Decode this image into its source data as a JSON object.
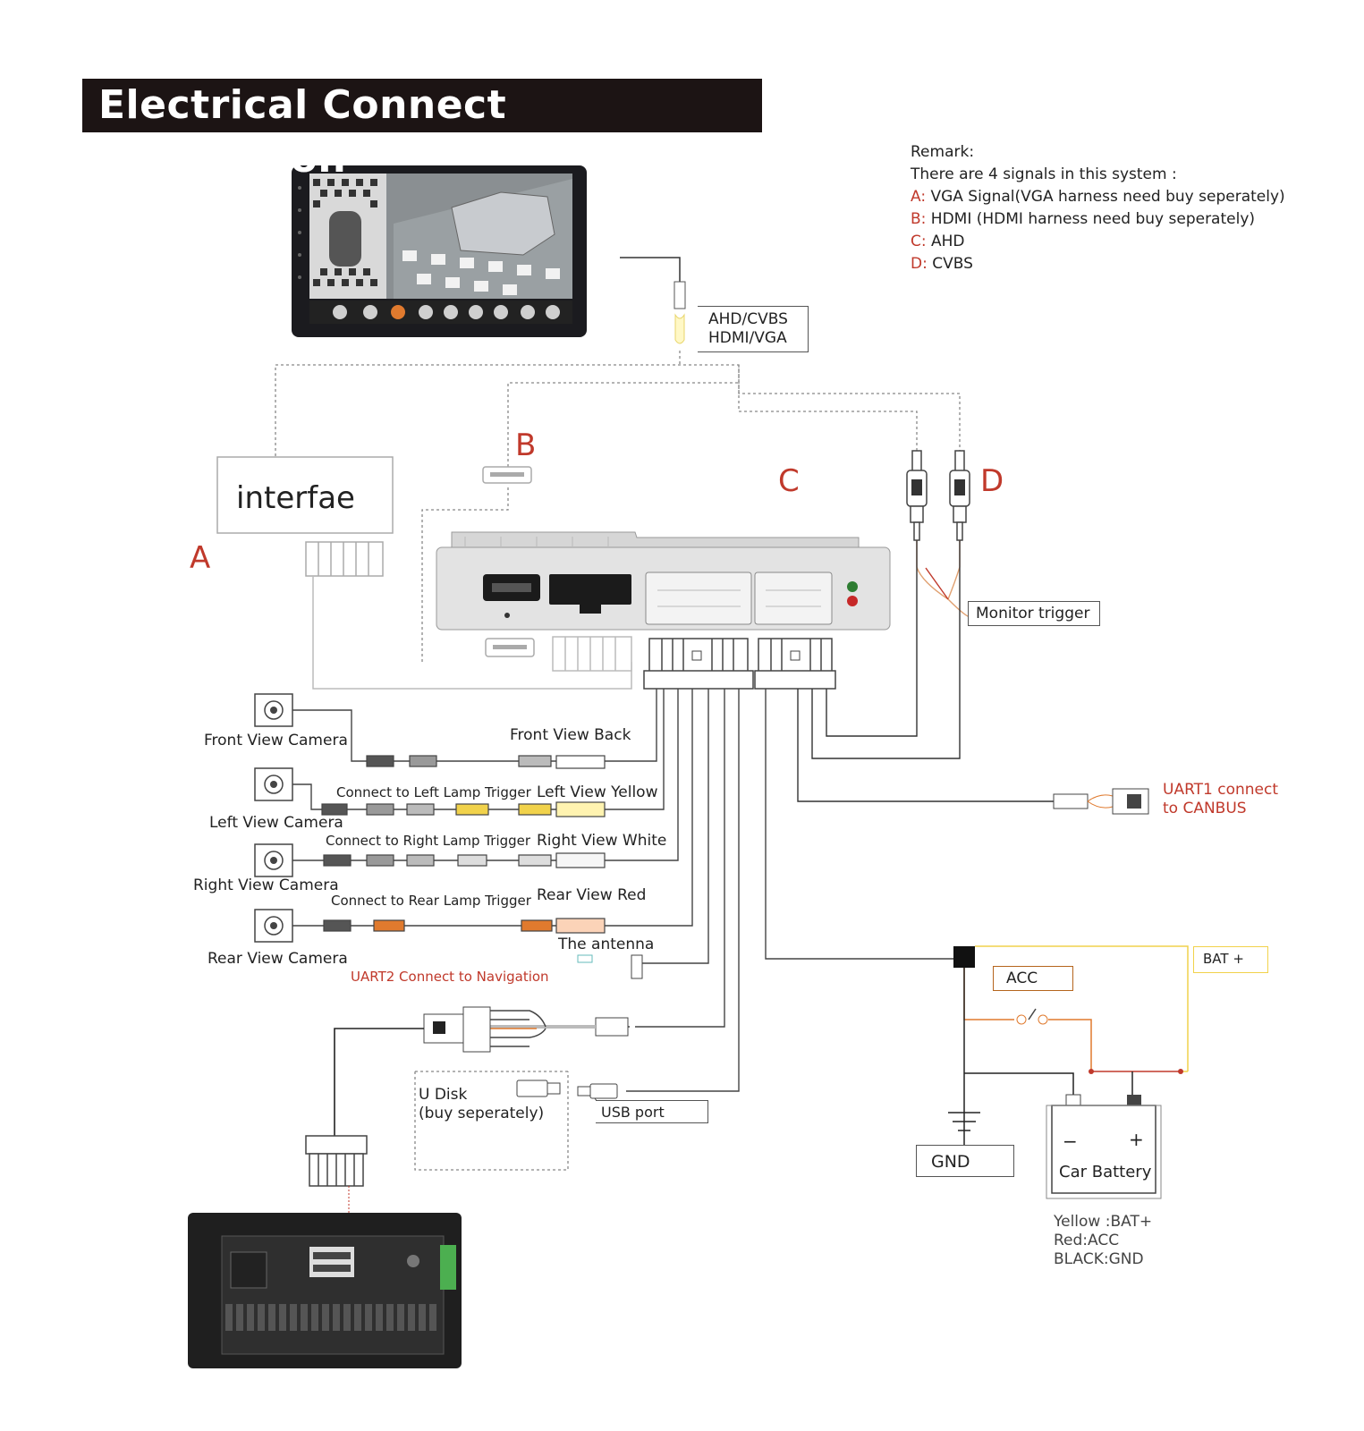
{
  "title": "Electrical Connect Instruction",
  "remark": {
    "heading": "Remark:",
    "intro": "There are 4 signals in this system :",
    "signals": [
      {
        "key": "A:",
        "text": "VGA Signal(VGA harness need buy seperately)"
      },
      {
        "key": "B:",
        "text": "HDMI (HDMI harness need buy seperately)"
      },
      {
        "key": "C:",
        "text": "AHD"
      },
      {
        "key": "D:",
        "text": "CVBS"
      }
    ]
  },
  "signal_letters": {
    "a": "A",
    "b": "B",
    "c": "C",
    "d": "D"
  },
  "monitor_connector_label": {
    "line1": "AHD/CVBS",
    "line2": "HDMI/VGA"
  },
  "interface_box": "interfae",
  "monitor_trigger": "Monitor trigger",
  "cameras": {
    "front": "Front View Camera",
    "left": "Left View Camera",
    "right": "Right View Camera",
    "rear": "Rear View Camera"
  },
  "wires": {
    "front_back": "Front View Back",
    "left_yellow": "Left View Yellow",
    "right_white": "Right View White",
    "rear_red": "Rear View Red",
    "left_trigger": "Connect to Left Lamp Trigger",
    "right_trigger": "Connect to Right Lamp Trigger",
    "rear_trigger": "Connect to Rear Lamp Trigger",
    "antenna": "The antenna",
    "uart2": "UART2 Connect to Navigation",
    "uart1_line1": "UART1 connect",
    "uart1_line2": "to CANBUS"
  },
  "usb": {
    "udisk_line1": "U Disk",
    "udisk_line2": "(buy seperately)",
    "port": "USB port"
  },
  "power": {
    "bat": "BAT +",
    "acc": "ACC",
    "gnd": "GND",
    "battery": "Car Battery",
    "minus": "−",
    "plus": "+",
    "legend": [
      "Yellow :BAT+",
      "Red:ACC",
      "BLACK:GND"
    ]
  },
  "colors": {
    "signal_red": "#c0392b",
    "wire_yellow": "#f1d24b",
    "wire_red": "#c0392b",
    "wire_black": "#222222",
    "title_bg": "#1c1414"
  }
}
